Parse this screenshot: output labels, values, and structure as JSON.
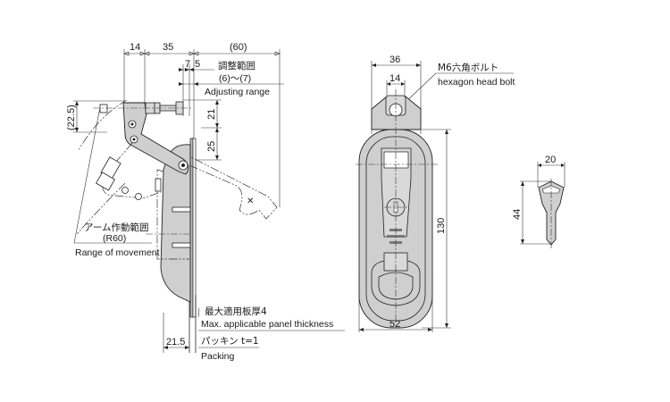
{
  "side_view": {
    "dims": {
      "top_14": "14",
      "top_35": "35",
      "top_60": "(60)",
      "adj_7": "7",
      "adj_5": "5",
      "left_22_5": "(22.5)",
      "right_21": "21",
      "right_25": "25",
      "bottom_21_5": "21.5"
    },
    "adjusting_range": {
      "jp": "調整範囲",
      "range": "(6)～(7)",
      "en": "Adjusting range"
    },
    "range_of_movement": {
      "jp": "アーム作動範囲",
      "radius": "(R60)",
      "en": "Range of movement"
    },
    "panel_thickness": {
      "jp": "最大適用板厚4",
      "en": "Max. applicable panel thickness"
    },
    "packing": {
      "jp": "パッキン t=1",
      "en": "Packing"
    }
  },
  "front_view": {
    "dims": {
      "width_36": "36",
      "bolt_14": "14",
      "height_130": "130",
      "width_52": "52"
    },
    "bolt_label": {
      "jp": "M6六角ボルト",
      "en": "hexagon head bolt"
    }
  },
  "key_view": {
    "dims": {
      "width_20": "20",
      "height_44": "44"
    }
  },
  "colors": {
    "body_fill": "#cfcfcf",
    "line": "#222222",
    "background": "#ffffff"
  }
}
